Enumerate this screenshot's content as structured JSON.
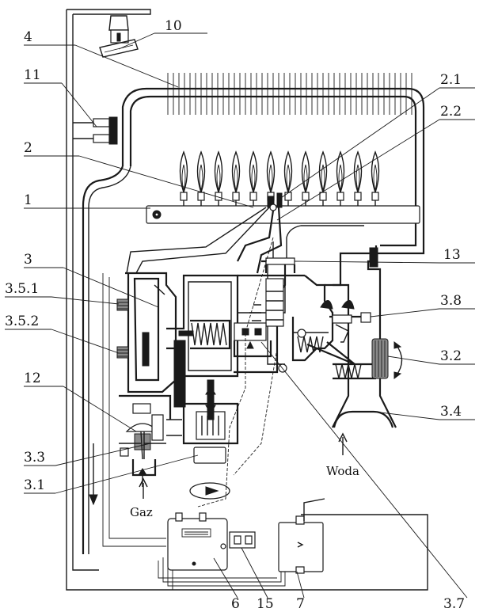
{
  "labels": {
    "l10": "10",
    "l4": "4",
    "l11": "11",
    "l2_1": "2.1",
    "l2_2": "2.2",
    "l2": "2",
    "l1": "1",
    "l3": "3",
    "l13": "13",
    "l3_5_1": "3.5.1",
    "l3_8": "3.8",
    "l3_5_2": "3.5.2",
    "l3_2": "3.2",
    "l12": "12",
    "l3_4": "3.4",
    "l3_3": "3.3",
    "l3_1": "3.1",
    "l6": "6",
    "l15": "15",
    "l7": "7",
    "l3_7": "3.7"
  },
  "inlets": {
    "water": "Woda",
    "gas": "Gaz"
  }
}
